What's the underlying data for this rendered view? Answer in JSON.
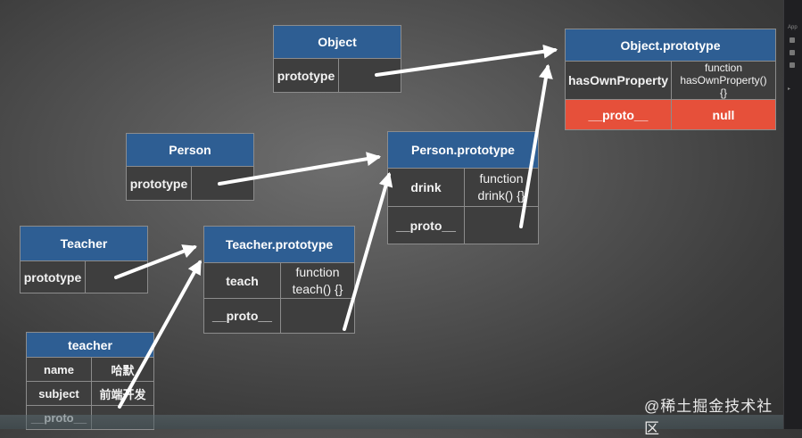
{
  "object": {
    "title": "Object",
    "prototype_label": "prototype",
    "prototype_value": ""
  },
  "object_prototype": {
    "title": "Object.prototype",
    "has_own_label": "hasOwnProperty",
    "has_own_value": "function hasOwnProperty() {}",
    "proto_label": "__proto__",
    "proto_value": "null"
  },
  "person": {
    "title": "Person",
    "prototype_label": "prototype",
    "prototype_value": ""
  },
  "person_prototype": {
    "title": "Person.prototype",
    "drink_label": "drink",
    "drink_value": "function drink() {}",
    "proto_label": "__proto__",
    "proto_value": ""
  },
  "teacher_ctor": {
    "title": "Teacher",
    "prototype_label": "prototype",
    "prototype_value": ""
  },
  "teacher_prototype": {
    "title": "Teacher.prototype",
    "teach_label": "teach",
    "teach_value": "function teach() {}",
    "proto_label": "__proto__",
    "proto_value": ""
  },
  "teacher_instance": {
    "title": "teacher",
    "name_label": "name",
    "name_value": "哈默",
    "subject_label": "subject",
    "subject_value": "前端开发",
    "proto_label": "__proto__",
    "proto_value": ""
  },
  "watermark": "@稀土掘金技术社区",
  "colors": {
    "header": "#2e5e93",
    "null_row": "#e6503a",
    "arrow": "#ffffff"
  }
}
